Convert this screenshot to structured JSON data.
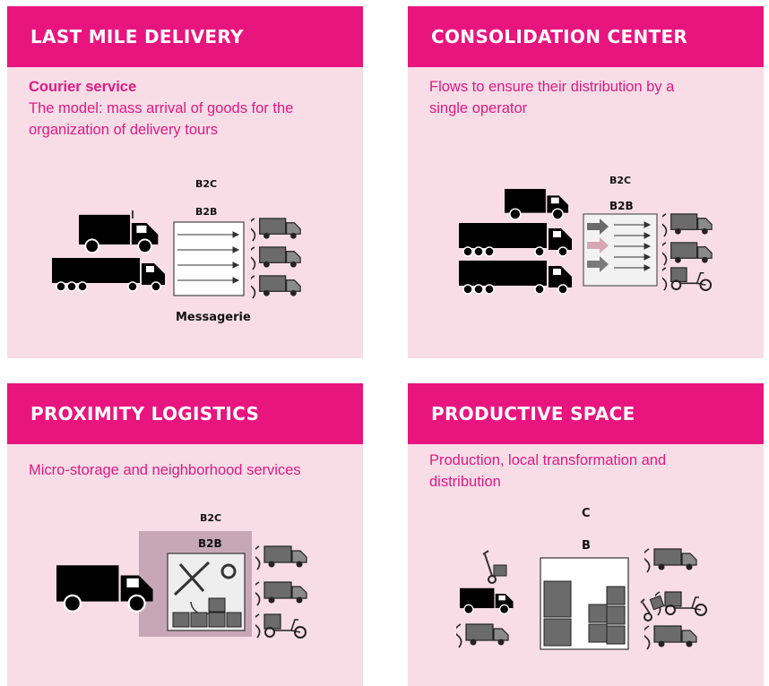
{
  "colors": {
    "accent": "#e8157f",
    "card_bg": "#f8dde7",
    "body_text": "#e01a82"
  },
  "cards": [
    {
      "title": "LAST MILE DELIVERY",
      "subtitle": "Courier service",
      "text": "The model: mass arrival of goods for the organization of delivery tours",
      "labels": {
        "top": "B2C",
        "mid": "B2B",
        "bottom": "Messagerie"
      }
    },
    {
      "title": "CONSOLIDATION CENTER",
      "text": "Flows to ensure their distribution by a single operator",
      "labels": {
        "top": "B2C",
        "mid": "B2B"
      }
    },
    {
      "title": "PROXIMITY LOGISTICS",
      "text": "Micro-storage and neighborhood services",
      "labels": {
        "top": "B2C",
        "mid": "B2B"
      }
    },
    {
      "title": "PRODUCTIVE SPACE",
      "text": "Production, local transformation and distribution",
      "labels": {
        "top": "C",
        "mid": "B"
      }
    }
  ]
}
